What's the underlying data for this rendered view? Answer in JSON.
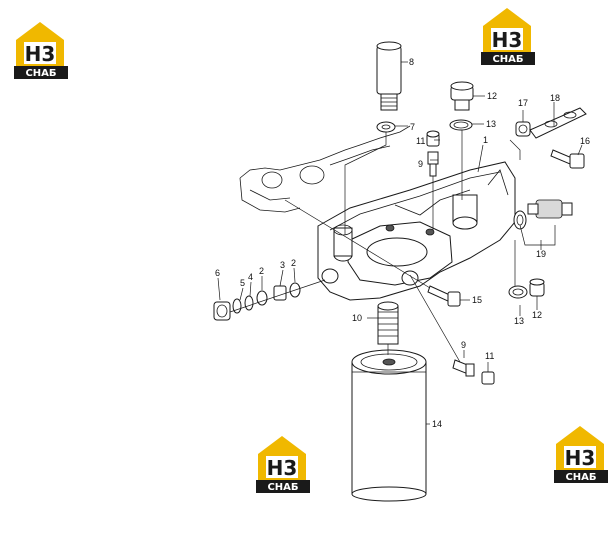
{
  "brand": {
    "logo_letters": "H3",
    "logo_word": "СНАБ",
    "colors": {
      "house": "#f0b800",
      "text_dark": "#1a1a1a",
      "band": "#1a1a1a",
      "band_text": "#ffffff"
    }
  },
  "diagram": {
    "callouts": {
      "c1": "1",
      "c2a": "2",
      "c2b": "2",
      "c3": "3",
      "c4": "4",
      "c5": "5",
      "c6": "6",
      "c7": "7",
      "c8": "8",
      "c9a": "9",
      "c9b": "9",
      "c10": "10",
      "c11a": "11",
      "c11b": "11",
      "c12a": "12",
      "c12b": "12",
      "c13a": "13",
      "c13b": "13",
      "c14": "14",
      "c15": "15",
      "c16": "16",
      "c17": "17",
      "c18": "18",
      "c19": "19"
    }
  }
}
